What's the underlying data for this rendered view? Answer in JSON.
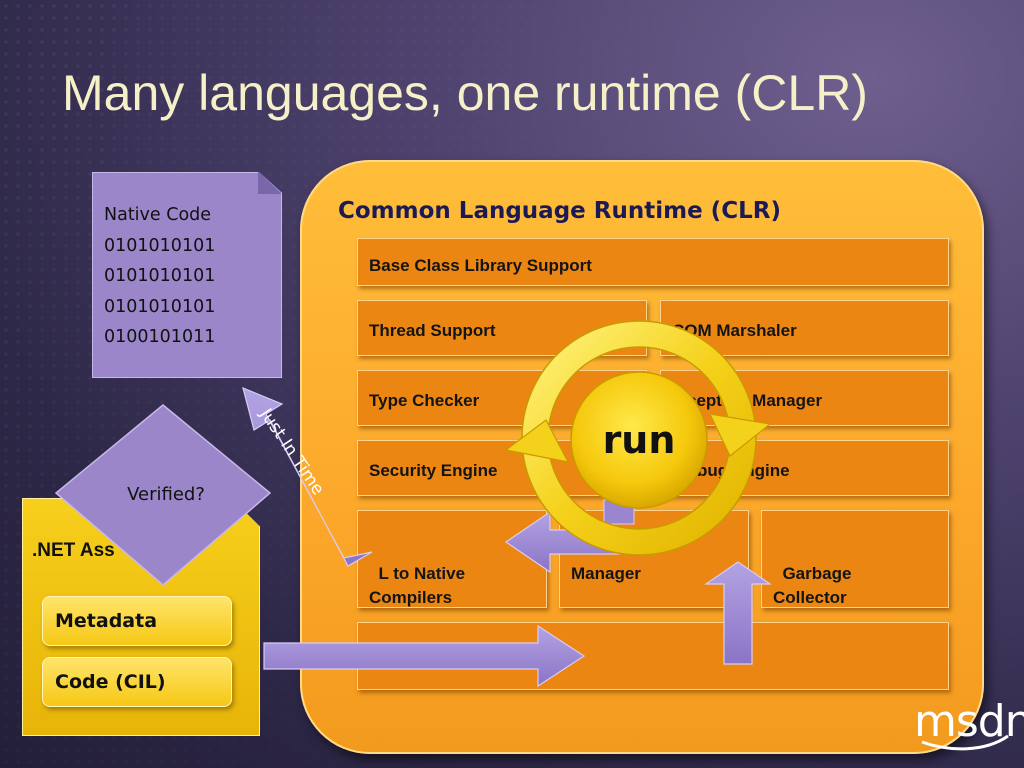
{
  "slide": {
    "title": "Many languages, one runtime (CLR)"
  },
  "native_code": {
    "label": "Native Code",
    "lines": "0101010101\n0101010101\n0101010101\n0100101011"
  },
  "assembly": {
    "label": ".NET Ass",
    "items": [
      "Metadata",
      "Code (CIL)"
    ]
  },
  "decision": {
    "label": "Verified?"
  },
  "jit": {
    "label": "Just In Time"
  },
  "clr": {
    "title": "Common Language Runtime (CLR)",
    "blocks": {
      "base_class": "Base Class Library Support",
      "thread": "Thread Support",
      "com": "COM Marshaler",
      "type_checker": "Type Checker",
      "exception": "ception Manager",
      "security": "Security Engine",
      "debug": "bug Engine",
      "il_native": "L to Native\nCompilers",
      "manager": "Manager",
      "gc": "Garbage\nCollector"
    },
    "run_label": "run"
  },
  "brand": {
    "logo_text": "msdn"
  },
  "colors": {
    "background": "#3b3358",
    "clr_container": "#fca72a",
    "block": "#ec8613",
    "assembly": "#f2c40e",
    "arrow": "#9a86d0",
    "run_ring": "#f2d21a",
    "title_text": "#f6f0c8"
  }
}
